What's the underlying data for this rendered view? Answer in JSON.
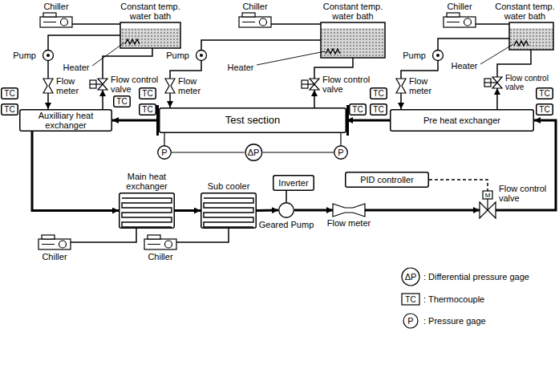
{
  "diagram": {
    "nodes": [
      {
        "text": [
          "Chiller"
        ]
      },
      {
        "text": [
          "Constant temp. water bath"
        ]
      },
      {
        "text": [
          "Chiller"
        ]
      },
      {
        "text": [
          "Constant temp. water bath"
        ]
      },
      {
        "text": [
          "Chiller"
        ]
      },
      {
        "text": [
          "Constant temp. water bath"
        ]
      },
      {
        "text": [
          "Pump"
        ]
      },
      {
        "text": [
          "Pump"
        ]
      },
      {
        "text": [
          "Pump"
        ]
      },
      {
        "text": [
          "Flow meter"
        ]
      },
      {
        "text": [
          "Flow control valve"
        ]
      },
      {
        "text": [
          "Flow meter"
        ]
      },
      {
        "text": [
          "Flow control valve"
        ]
      },
      {
        "text": [
          "Flow meter"
        ]
      },
      {
        "text": [
          "Flow control valve"
        ]
      },
      {
        "text": [
          "TC"
        ]
      },
      {
        "text": [
          "TC"
        ]
      },
      {
        "text": [
          "TC"
        ]
      },
      {
        "text": [
          "TC"
        ]
      },
      {
        "text": [
          "TC"
        ]
      },
      {
        "text": [
          "TC"
        ]
      },
      {
        "text": [
          "TC"
        ]
      },
      {
        "text": [
          "TC"
        ]
      },
      {
        "text": [
          "TC"
        ]
      },
      {
        "text": [
          "TC"
        ]
      },
      {
        "text": [
          "Auxilliary heat exchanger"
        ]
      },
      {
        "text": [
          "Test section"
        ]
      },
      {
        "text": [
          "Pre heat exchanger"
        ]
      },
      {
        "text": [
          "P"
        ]
      },
      {
        "text": [
          "ΔP"
        ]
      },
      {
        "text": [
          "P"
        ]
      },
      {
        "text": [
          "Main heat exchanger"
        ]
      },
      {
        "text": [
          "Sub cooler"
        ]
      },
      {
        "text": [
          "Inverter"
        ]
      },
      {
        "text": [
          "PID controller"
        ]
      },
      {
        "text": [
          "Geared Pump"
        ]
      },
      {
        "text": [
          "Flow meter"
        ]
      },
      {
        "text": [
          "Flow control valve"
        ]
      },
      {
        "text": [
          "Chiller"
        ]
      },
      {
        "text": [
          "Chiller"
        ]
      }
    ],
    "edges": [
      {
        "from": 26,
        "to": 25,
        "arrow": "to"
      },
      {
        "from": 25,
        "to": 31,
        "arrow": "to"
      },
      {
        "from": 31,
        "to": 32,
        "arrow": "to"
      },
      {
        "from": 32,
        "to": 35,
        "arrow": "to"
      },
      {
        "from": 35,
        "to": 36,
        "arrow": "to"
      },
      {
        "from": 36,
        "to": 37,
        "arrow": "to"
      },
      {
        "from": 37,
        "to": 27,
        "arrow": "to"
      },
      {
        "from": 27,
        "to": 26,
        "arrow": "to"
      },
      {
        "from": 0,
        "to": 1,
        "arrow": "none"
      },
      {
        "from": 1,
        "to": 6,
        "arrow": "none"
      },
      {
        "from": 6,
        "to": 9,
        "arrow": "none"
      },
      {
        "from": 9,
        "to": 25,
        "arrow": "to"
      },
      {
        "from": 25,
        "to": 10,
        "arrow": "to"
      },
      {
        "from": 10,
        "to": 1,
        "arrow": "none"
      },
      {
        "from": 2,
        "to": 3,
        "arrow": "none"
      },
      {
        "from": 3,
        "to": 7,
        "arrow": "none"
      },
      {
        "from": 7,
        "to": 11,
        "arrow": "none"
      },
      {
        "from": 11,
        "to": 26,
        "arrow": "to"
      },
      {
        "from": 26,
        "to": 12,
        "arrow": "to"
      },
      {
        "from": 12,
        "to": 3,
        "arrow": "none"
      },
      {
        "from": 4,
        "to": 5,
        "arrow": "none"
      },
      {
        "from": 5,
        "to": 8,
        "arrow": "none"
      },
      {
        "from": 8,
        "to": 13,
        "arrow": "none"
      },
      {
        "from": 13,
        "to": 27,
        "arrow": "to"
      },
      {
        "from": 27,
        "to": 14,
        "arrow": "to"
      },
      {
        "from": 14,
        "to": 5,
        "arrow": "none"
      },
      {
        "from": 28,
        "to": 26,
        "arrow": "none"
      },
      {
        "from": 29,
        "to": 28,
        "arrow": "none"
      },
      {
        "from": 29,
        "to": 30,
        "arrow": "none"
      },
      {
        "from": 30,
        "to": 26,
        "arrow": "none"
      },
      {
        "from": 33,
        "to": 35,
        "arrow": "none"
      },
      {
        "from": 34,
        "to": 37,
        "arrow": "none"
      },
      {
        "from": 38,
        "to": 31,
        "arrow": "none"
      },
      {
        "from": 39,
        "to": 32,
        "arrow": "none"
      }
    ],
    "labels": [
      "Heater",
      "Heater",
      "Heater",
      "M",
      "ΔP",
      "TC",
      "P"
    ],
    "legend": [
      {
        "text": ": Differential pressure gage"
      },
      {
        "text": ": Thermocouple"
      },
      {
        "text": ": Pressure gage"
      }
    ]
  }
}
